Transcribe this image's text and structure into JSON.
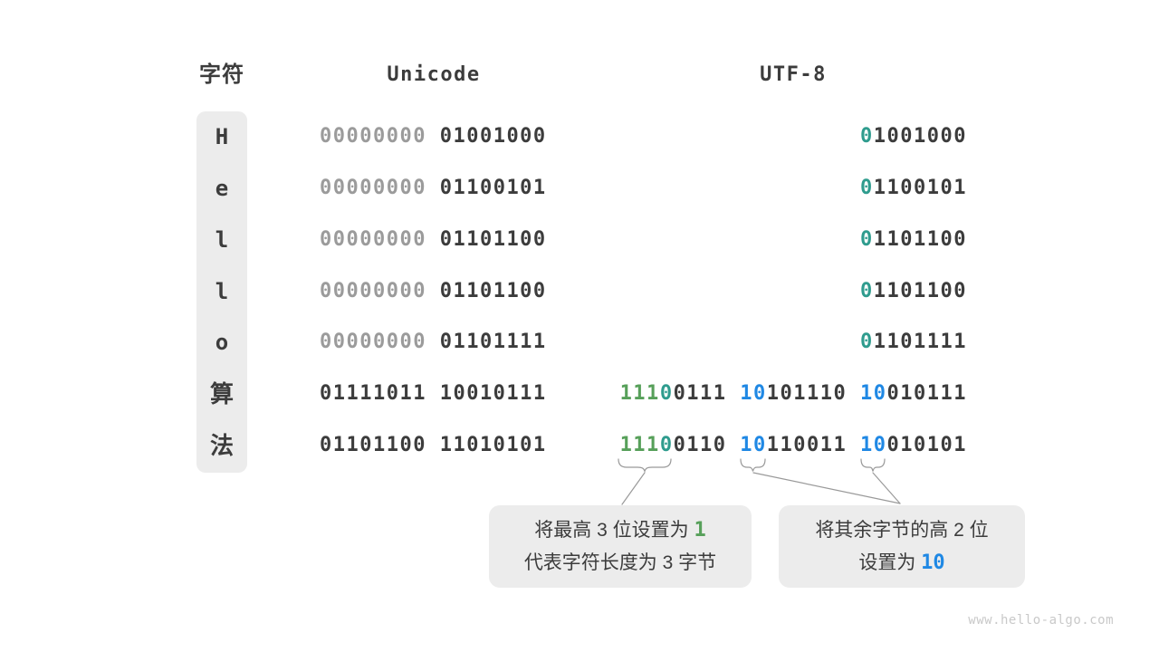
{
  "colors": {
    "dark": "#3c3c3c",
    "gray": "#9b9b9b",
    "teal": "#2f9c8e",
    "green": "#57a05a",
    "blue": "#1f88e4",
    "box_bg": "#ececec",
    "connector": "#9a9a9a",
    "watermark": "#c9c9c9"
  },
  "header": {
    "char_label": "字符",
    "unicode_label": "Unicode",
    "utf8_label": "UTF-8"
  },
  "table": {
    "rows": [
      {
        "char": "H",
        "unicode": [
          {
            "t": "00000000",
            "c": "gray"
          },
          {
            "t": " 01001000"
          }
        ],
        "utf8": [
          {
            "t": "0",
            "c": "teal"
          },
          {
            "t": "1001000"
          }
        ]
      },
      {
        "char": "e",
        "unicode": [
          {
            "t": "00000000",
            "c": "gray"
          },
          {
            "t": " 01100101"
          }
        ],
        "utf8": [
          {
            "t": "0",
            "c": "teal"
          },
          {
            "t": "1100101"
          }
        ]
      },
      {
        "char": "l",
        "unicode": [
          {
            "t": "00000000",
            "c": "gray"
          },
          {
            "t": " 01101100"
          }
        ],
        "utf8": [
          {
            "t": "0",
            "c": "teal"
          },
          {
            "t": "1101100"
          }
        ]
      },
      {
        "char": "l",
        "unicode": [
          {
            "t": "00000000",
            "c": "gray"
          },
          {
            "t": " 01101100"
          }
        ],
        "utf8": [
          {
            "t": "0",
            "c": "teal"
          },
          {
            "t": "1101100"
          }
        ]
      },
      {
        "char": "o",
        "unicode": [
          {
            "t": "00000000",
            "c": "gray"
          },
          {
            "t": " 01101111"
          }
        ],
        "utf8": [
          {
            "t": "0",
            "c": "teal"
          },
          {
            "t": "1101111"
          }
        ]
      },
      {
        "char": "算",
        "unicode": [
          {
            "t": "01111011 10010111"
          }
        ],
        "utf8": [
          {
            "t": "111",
            "c": "green"
          },
          {
            "t": "0",
            "c": "teal"
          },
          {
            "t": "0111 "
          },
          {
            "t": "10",
            "c": "blue"
          },
          {
            "t": "101110 "
          },
          {
            "t": "10",
            "c": "blue"
          },
          {
            "t": "010111"
          }
        ]
      },
      {
        "char": "法",
        "unicode": [
          {
            "t": "01101100 11010101"
          }
        ],
        "utf8": [
          {
            "t": "111",
            "c": "green"
          },
          {
            "t": "0",
            "c": "teal"
          },
          {
            "t": "0110 "
          },
          {
            "t": "10",
            "c": "blue"
          },
          {
            "t": "110011 "
          },
          {
            "t": "10",
            "c": "blue"
          },
          {
            "t": "010101"
          }
        ]
      }
    ]
  },
  "callouts": [
    {
      "lines": [
        [
          {
            "t": "将最高 3 位设置为 "
          },
          {
            "t": "1",
            "c": "green",
            "mono": true
          }
        ],
        [
          {
            "t": "代表字符长度为 3 字节"
          }
        ]
      ]
    },
    {
      "lines": [
        [
          {
            "t": "将其余字节的高 2 位"
          }
        ],
        [
          {
            "t": "设置为 "
          },
          {
            "t": "10",
            "c": "blue",
            "mono": true
          }
        ]
      ]
    }
  ],
  "watermark": "www.hello-algo.com"
}
